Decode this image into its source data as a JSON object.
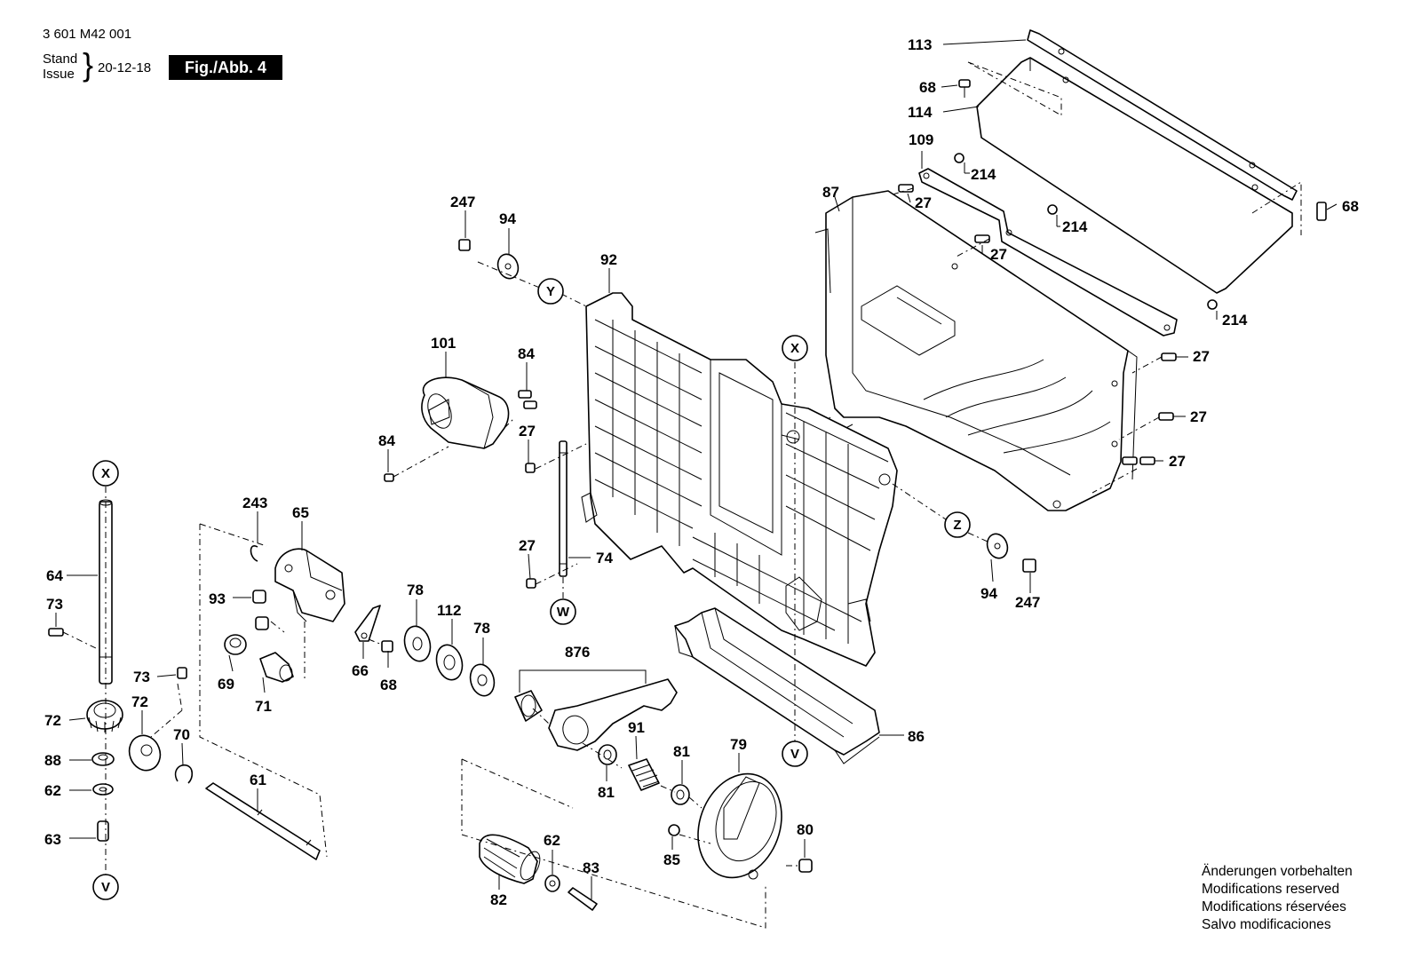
{
  "header": {
    "number": "3 601 M42 001",
    "stand_line1": "Stand",
    "stand_line2": "Issue",
    "date": "20-12-18",
    "figure": "Fig./Abb. 4"
  },
  "notes": [
    "Änderungen vorbehalten",
    "Modifications reserved",
    "Modifications réservées",
    "Salvo modificaciones"
  ],
  "ref_markers": {
    "X": "X",
    "Y": "Y",
    "Z": "Z",
    "V": "V",
    "W": "W"
  },
  "labels": {
    "p113": "113",
    "p68a": "68",
    "p114": "114",
    "p109": "109",
    "p214a": "214",
    "p87": "87",
    "p27a": "27",
    "p214b": "214",
    "p68b": "68",
    "p27b": "27",
    "p214c": "214",
    "p27c": "27",
    "p27d": "27",
    "p27e": "27",
    "p247a": "247",
    "p94a": "94",
    "p92": "92",
    "p101": "101",
    "p84a": "84",
    "p27f": "27",
    "p84b": "84",
    "p74": "74",
    "p27g": "27",
    "p94b": "94",
    "p247b": "247",
    "p64": "64",
    "p73a": "73",
    "p73b": "73",
    "p243": "243",
    "p65": "65",
    "p93": "93",
    "p69": "69",
    "p71": "71",
    "p66": "66",
    "p68c": "68",
    "p78a": "78",
    "p112": "112",
    "p78b": "78",
    "p876": "876",
    "p72a": "72",
    "p72b": "72",
    "p70": "70",
    "p88": "88",
    "p62a": "62",
    "p63": "63",
    "p61": "61",
    "p91": "91",
    "p81a": "81",
    "p81b": "81",
    "p79": "79",
    "p86": "86",
    "p80": "80",
    "p85": "85",
    "p62b": "62",
    "p83": "83",
    "p82": "82"
  }
}
